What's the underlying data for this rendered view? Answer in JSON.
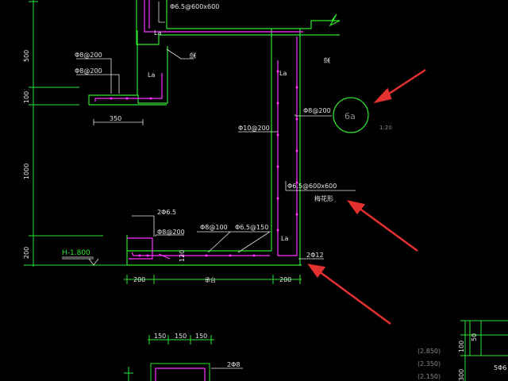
{
  "colors": {
    "background": "#000000",
    "dimension_line": "#2fe62f",
    "structure_line": "#ff33ff",
    "text": "#e6e6e6",
    "arrow": "#e53030",
    "reference_text": "#8a8a8a"
  },
  "left_dims": {
    "d500": "500",
    "d100": "100",
    "d1000": "1000",
    "d200": "200"
  },
  "upper": {
    "rebar_top": "Φ6.5@600x600",
    "la_top": "La",
    "mark_a": "梁",
    "mark_b": "梁",
    "phi8_1": "Φ8@200",
    "phi8_2": "Φ8@200",
    "la_mid": "La",
    "dim_350": "350"
  },
  "right_wall": {
    "la_top": "La",
    "phi8": "Φ8@200",
    "phi10": "Φ10@200",
    "stirrup": "Φ6.5@600x600",
    "stirrup_note": "梅花形",
    "la_bottom": "La",
    "rebar_2phi12": "2Φ12"
  },
  "circle_detail": {
    "label": "6a",
    "scale": "1:20"
  },
  "bottom": {
    "level": "H-1.800",
    "rebar_2phi65": "2Φ6.5",
    "phi8": "Φ8@200",
    "phi8_100": "Φ8@100",
    "phi65_150": "Φ6.5@150",
    "dim_120": "120",
    "dim_200_left": "200",
    "dim_200_right": "200",
    "center_note": "承台"
  },
  "lower_detail": {
    "dim_150a": "150",
    "dim_150b": "150",
    "dim_150c": "150",
    "rebar_2phi8": "2Φ8"
  },
  "right_panel": {
    "elev_1": "(2.850)",
    "elev_2": "(2.350)",
    "elev_3": "(2.150)",
    "dim_100": "100",
    "dim_50": "50",
    "dim_300": "300",
    "cut_label": "5Φ6"
  }
}
